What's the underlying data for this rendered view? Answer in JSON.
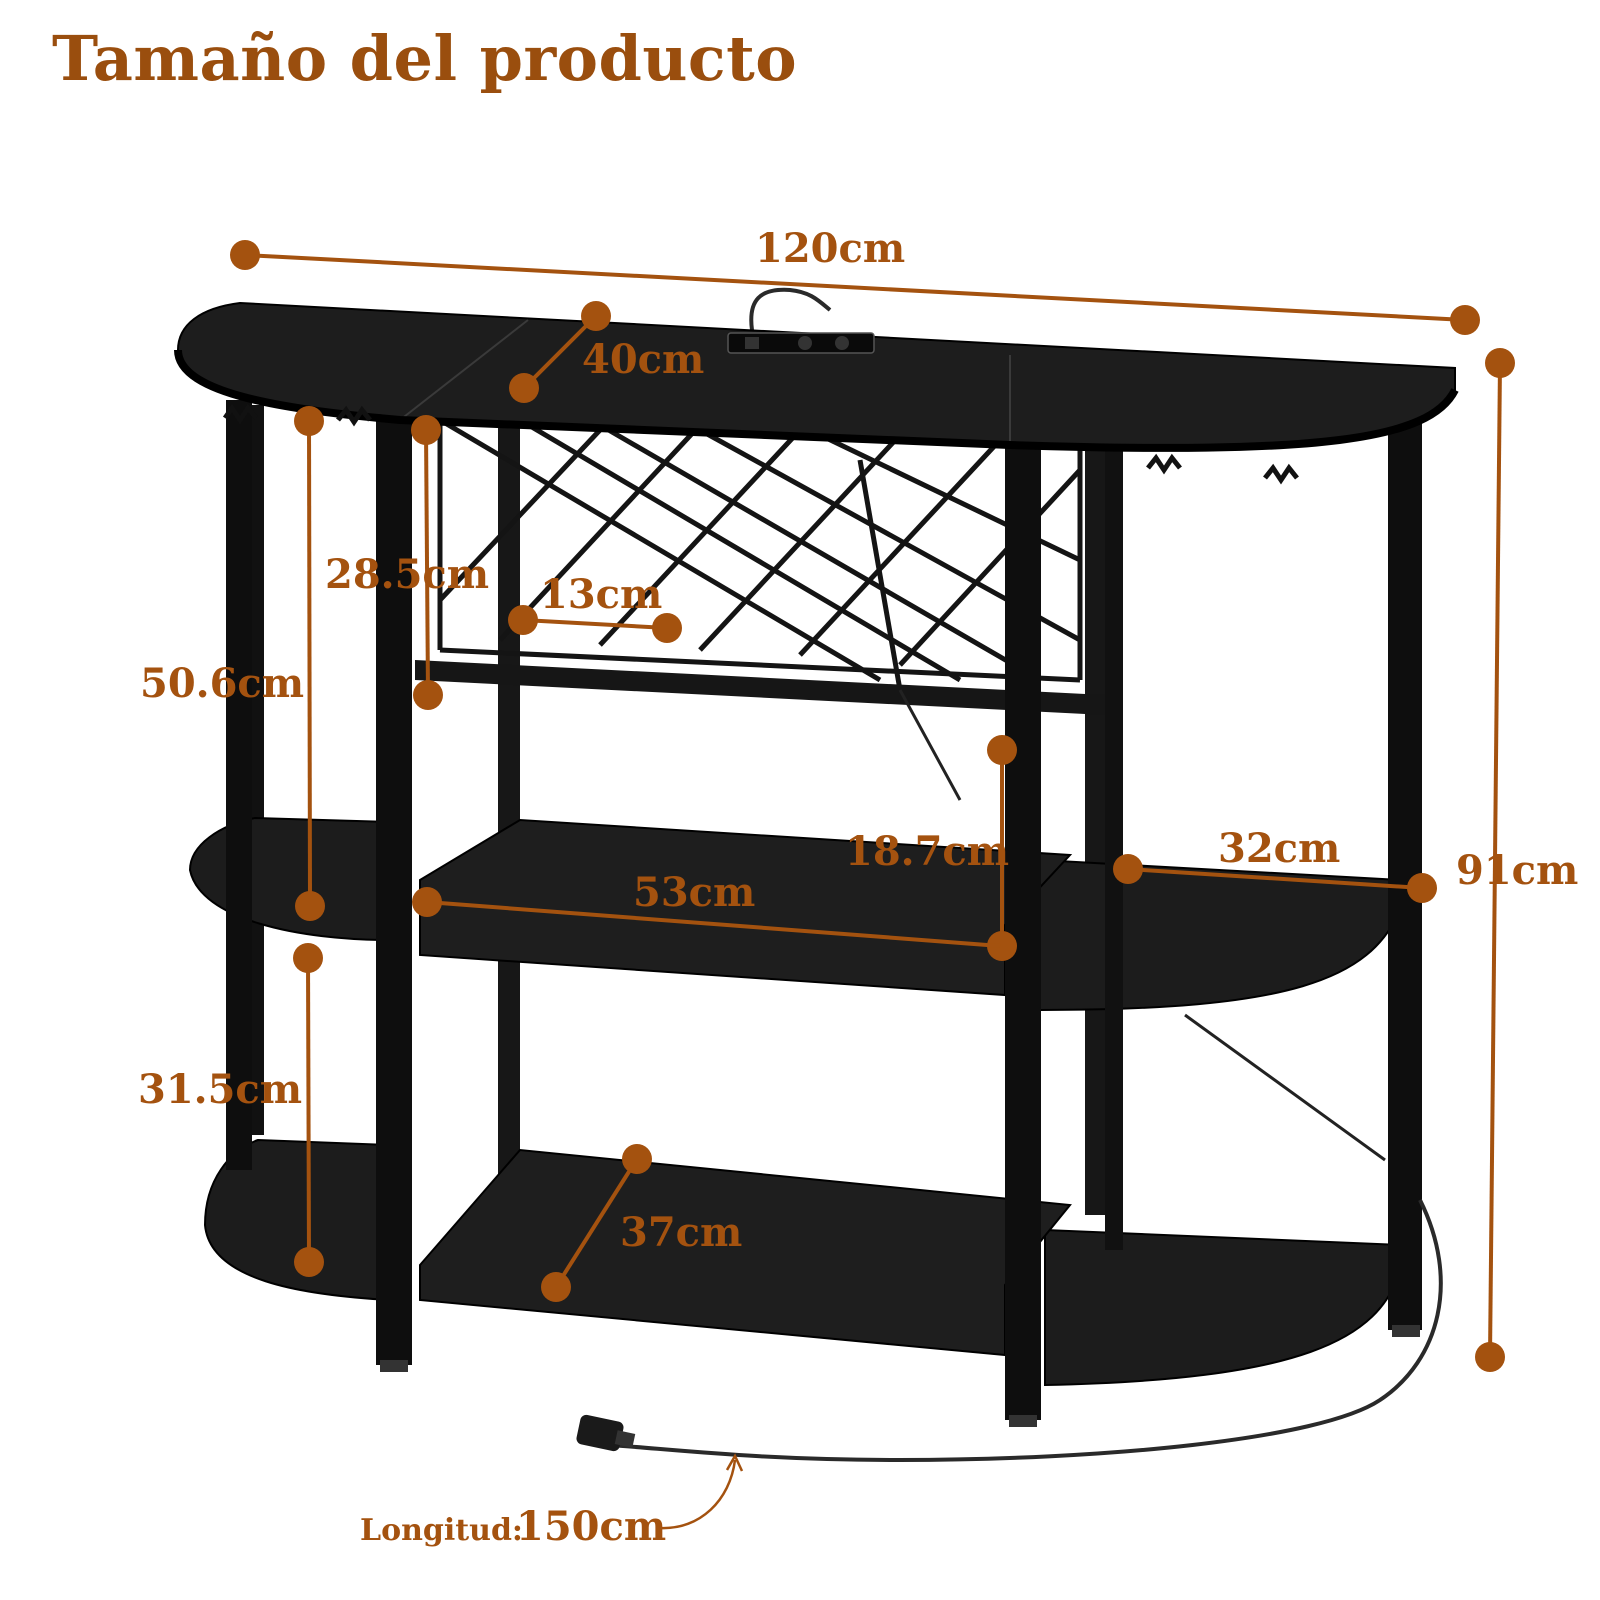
{
  "title": "Tamaño del producto",
  "colors": {
    "accent": "#a4520f",
    "furniture": "#1a1a1a",
    "cable": "#2a2a2a"
  },
  "dimensions": {
    "overall_width": "120cm",
    "top_depth": "40cm",
    "overall_height": "91cm",
    "wine_rack_height": "28.5cm",
    "wine_slot_width": "13cm",
    "upper_side_height": "50.6cm",
    "lower_side_height": "31.5cm",
    "middle_shelf_gap": "18.7cm",
    "middle_shelf_width": "53cm",
    "side_shelf_depth": "32cm",
    "bottom_shelf_depth": "37cm"
  },
  "cable": {
    "prefix": "Longitud:",
    "length": "150cm"
  }
}
